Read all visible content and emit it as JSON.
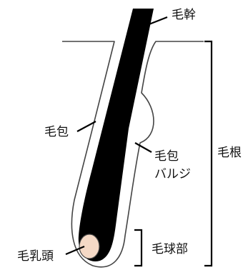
{
  "labels": {
    "hair_shaft": "毛幹",
    "hair_follicle": "毛包",
    "bulge_line1": "毛包",
    "bulge_line2": "バルジ",
    "hair_root": "毛根",
    "hair_bulb": "毛球部",
    "dermal_papilla": "毛乳頭"
  },
  "colors": {
    "hair": "#000000",
    "outline": "#444444",
    "papilla": "#f5d9c6",
    "bracket": "#000000",
    "text": "#111111"
  }
}
